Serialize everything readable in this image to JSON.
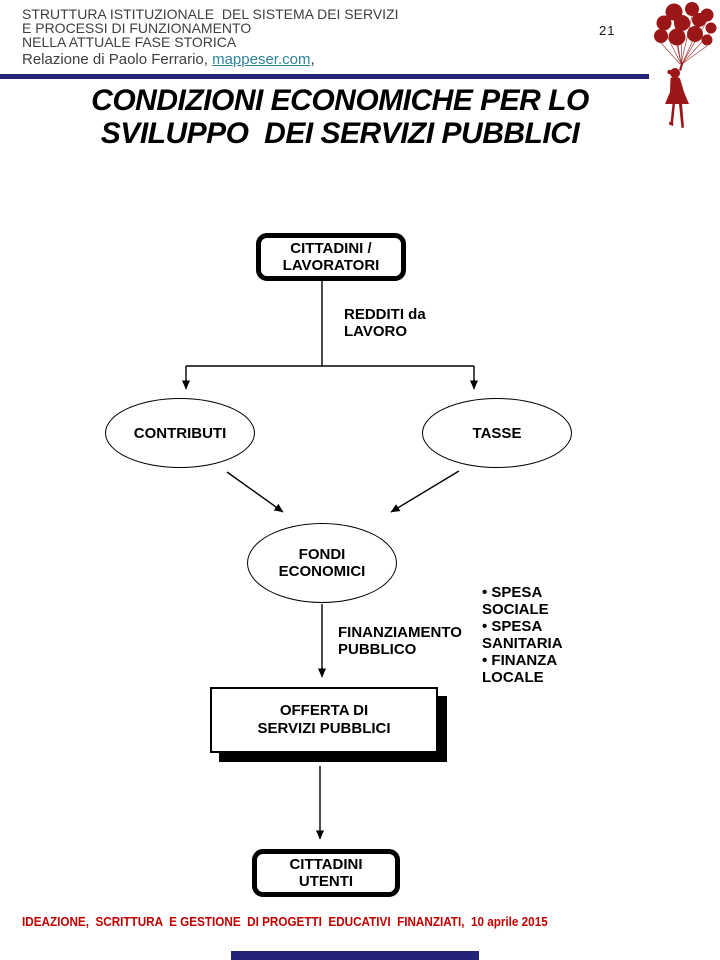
{
  "page_number": "21",
  "header": {
    "line1": "STRUTTURA ISTITUZIONALE  DEL SISTEMA DEI SERVIZI",
    "line2": "E PROCESSI DI FUNZIONAMENTO",
    "line3": "NELLA ATTUALE FASE STORICA",
    "byline_prefix": "Relazione di Paolo Ferrario, ",
    "byline_link": "mappeser.com",
    "byline_suffix": ","
  },
  "title": "CONDIZIONI ECONOMICHE PER LO\nSVILUPPO  DEI SERVIZI PUBBLICI",
  "diagram": {
    "cittadini_lavoratori": "CITTADINI /\nLAVORATORI",
    "redditi_label": "REDDITI da\nLAVORO",
    "contributi": "CONTRIBUTI",
    "tasse": "TASSE",
    "fondi_economici": "FONDI\nECONOMICI",
    "finanziamento_label": "FINANZIAMENTO\nPUBBLICO",
    "spesa_items": [
      "• SPESA SOCIALE",
      "• SPESA SANITARIA",
      "• FINANZA LOCALE"
    ],
    "offerta": "OFFERTA DI\nSERVIZI PUBBLICI",
    "cittadini_utenti": "CITTADINI\nUTENTI"
  },
  "footer": "IDEAZIONE,  SCRITTURA  E GESTIONE  DI PROGETTI  EDUCATIVI  FINANZIATI,  10 aprile 2015",
  "colors": {
    "navy_rule": "#232378",
    "footer_red": "#c00000",
    "balloon_red": "#9b1717",
    "link_teal": "#2e8499",
    "header_gray": "#3f3f3f"
  }
}
